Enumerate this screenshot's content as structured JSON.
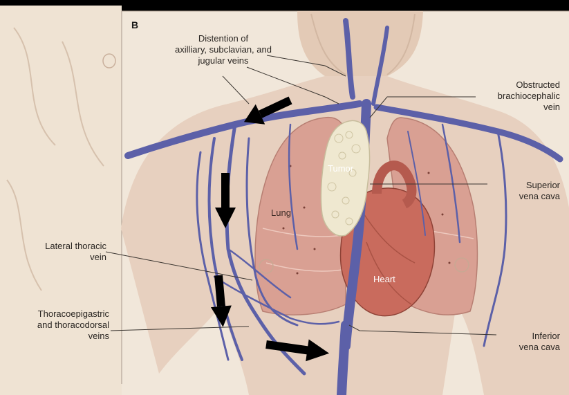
{
  "panel_letter": "B",
  "labels": {
    "distention": "Distention of\naxilliary, subclavian, and\njugular veins",
    "obstructed": "Obstructed\nbrachiocephalic\nvein",
    "superior": "Superior\nvena cava",
    "lateral": "Lateral thoracic\nvein",
    "thoracoepigastric": "Thoracoepigastric\nand thoracodorsal\nveins",
    "inferior": "Inferior\nvena cava",
    "tumor": "Tumor",
    "lung": "Lung",
    "heart": "Heart"
  },
  "colors": {
    "frame": "#000000",
    "background": "#e9dccb",
    "skin": "#e6cfbd",
    "lung": "#d89c8f",
    "heart": "#c86a5c",
    "vein": "#5a5ea6",
    "tumor": "#efe9d2",
    "arrow": "#000000"
  }
}
